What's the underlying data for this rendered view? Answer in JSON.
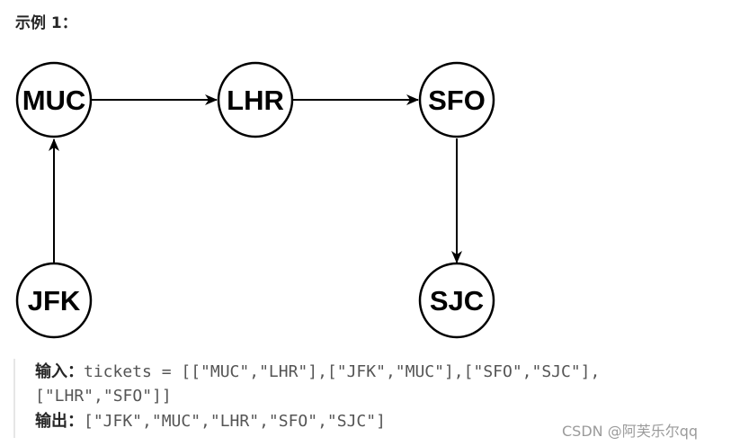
{
  "example": {
    "title": "示例 1："
  },
  "graph": {
    "nodes": [
      {
        "id": "MUC",
        "label": "MUC"
      },
      {
        "id": "LHR",
        "label": "LHR"
      },
      {
        "id": "SFO",
        "label": "SFO"
      },
      {
        "id": "JFK",
        "label": "JFK"
      },
      {
        "id": "SJC",
        "label": "SJC"
      }
    ],
    "edges": [
      {
        "from": "MUC",
        "to": "LHR"
      },
      {
        "from": "LHR",
        "to": "SFO"
      },
      {
        "from": "SFO",
        "to": "SJC"
      },
      {
        "from": "JFK",
        "to": "MUC"
      }
    ]
  },
  "io": {
    "input_label": "输入：",
    "input_value_line1": "tickets = [[\"MUC\",\"LHR\"],[\"JFK\",\"MUC\"],[\"SFO\",\"SJC\"],",
    "input_value_line2": "[\"LHR\",\"SFO\"]]",
    "output_label": "输出：",
    "output_value": "[\"JFK\",\"MUC\",\"LHR\",\"SFO\",\"SJC\"]"
  },
  "watermark": "CSDN @阿芙乐尔qq",
  "colors": {
    "node_stroke": "#000000",
    "node_fill": "#ffffff",
    "edge": "#000000"
  }
}
